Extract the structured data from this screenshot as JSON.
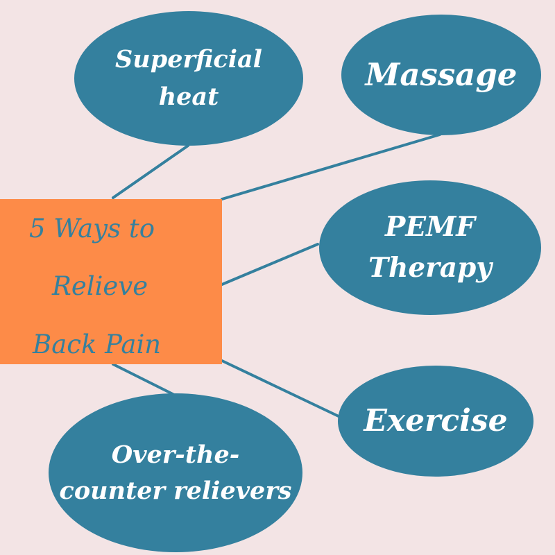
{
  "colors": {
    "background": "#f3e4e5",
    "node": "#34809e",
    "center": "#fd8b48",
    "node_text": "#ffffff",
    "center_text": "#34809e"
  },
  "center": {
    "lines": [
      "5  Ways to",
      "Relieve",
      "Back Pain"
    ]
  },
  "nodes": {
    "superficial_heat": {
      "lines": [
        "Superficial",
        "heat"
      ]
    },
    "massage": {
      "lines": [
        "Massage"
      ]
    },
    "pemf": {
      "lines": [
        "PEMF",
        "Therapy"
      ]
    },
    "exercise": {
      "lines": [
        "Exercise"
      ]
    },
    "otc": {
      "lines": [
        "Over-the-",
        "counter relievers"
      ]
    }
  }
}
